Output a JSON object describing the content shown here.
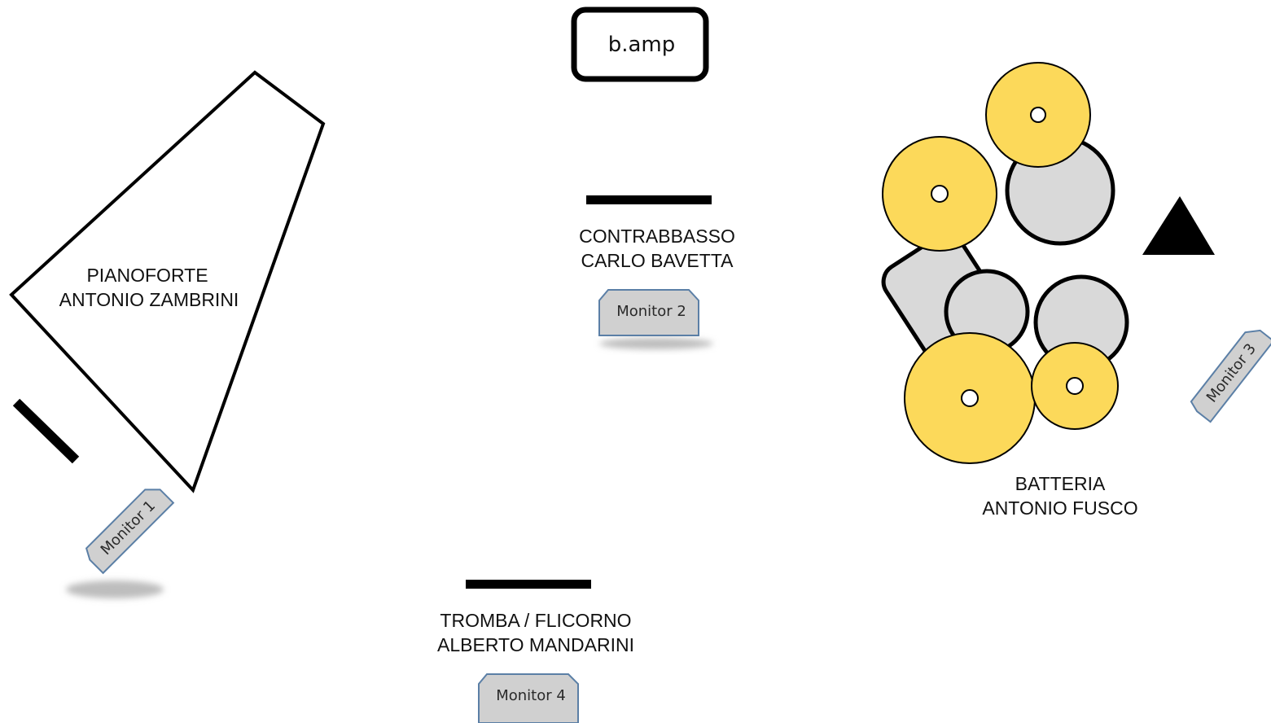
{
  "stage_plot": {
    "amp": {
      "label": "b.amp"
    },
    "musicians": {
      "piano": {
        "line1": "PIANOFORTE",
        "line2": "ANTONIO ZAMBRINI"
      },
      "bass": {
        "line1": "CONTRABBASSO",
        "line2": "CARLO BAVETTA"
      },
      "drums": {
        "line1": "BATTERIA",
        "line2": "ANTONIO FUSCO"
      },
      "trumpet": {
        "line1": "TROMBA / FLICORNO",
        "line2": "ALBERTO MANDARINI"
      }
    },
    "monitors": {
      "m1": "Monitor 1",
      "m2": "Monitor 2",
      "m3": "Monitor 3",
      "m4": "Monitor 4"
    }
  },
  "colors": {
    "cymbal": "#FCD95A",
    "drum": "#D9D9D9",
    "monitor_fill": "#D0D0D0",
    "monitor_stroke": "#5B7FA6",
    "line": "#000000"
  }
}
